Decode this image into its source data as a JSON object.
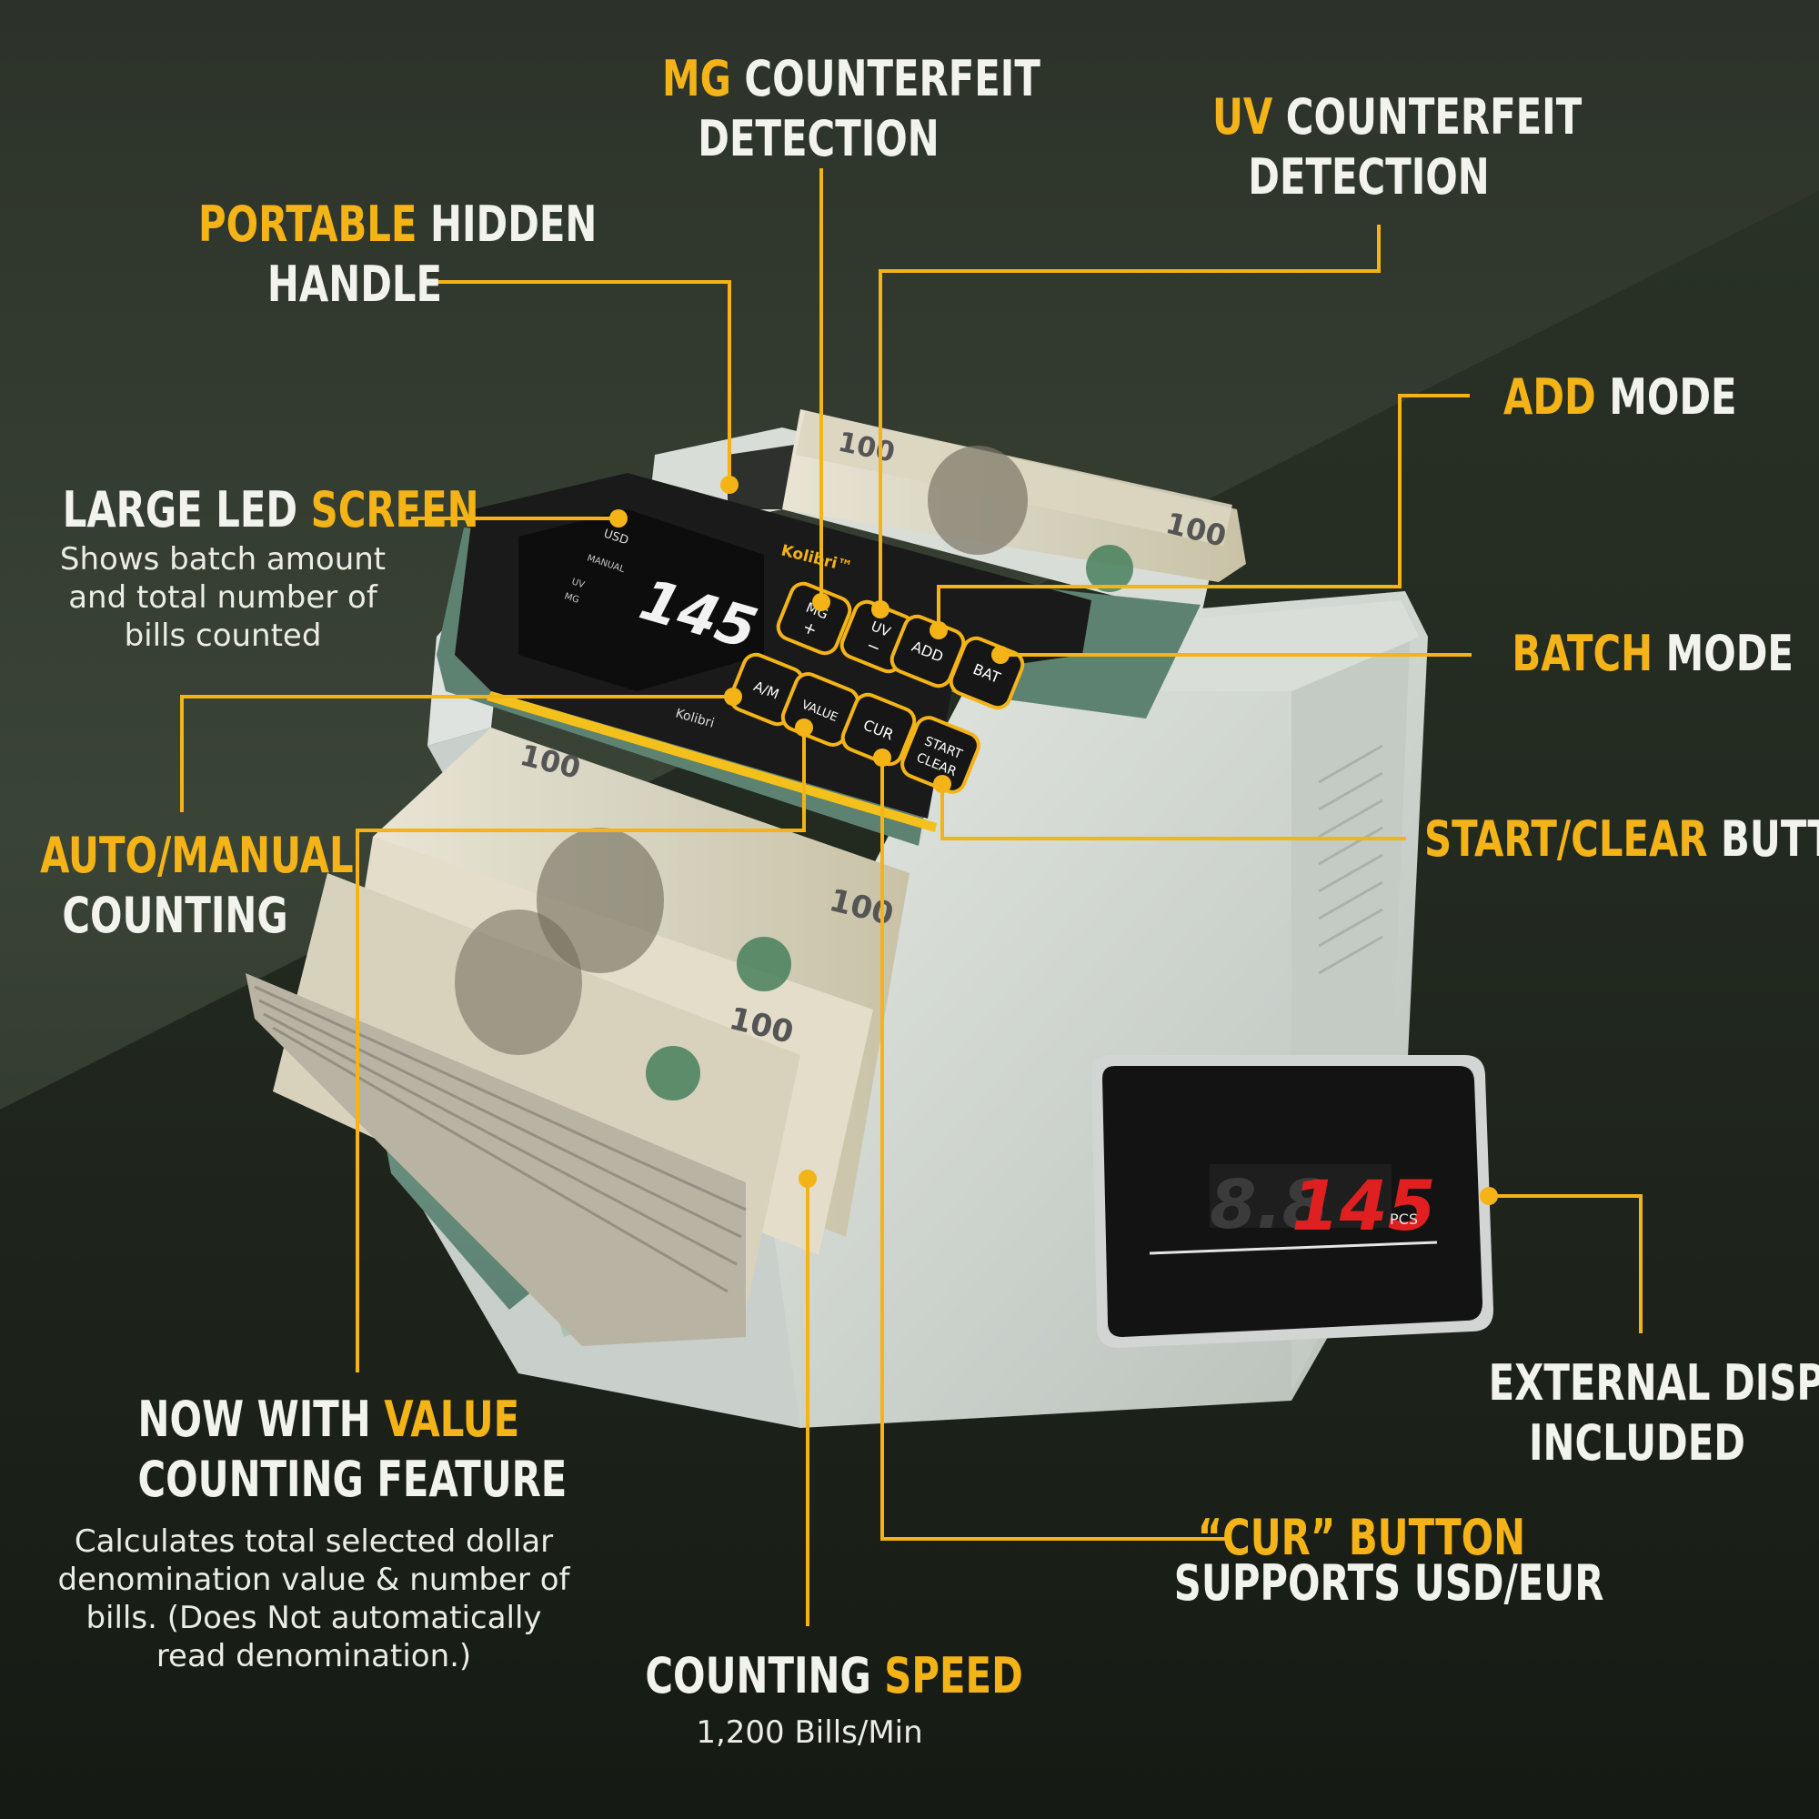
{
  "colors": {
    "accent": "#f4b418",
    "text": "#f3f3ee",
    "background": "#333b30"
  },
  "machine": {
    "brand": "Kolibri™",
    "brand_small": "Kolibri",
    "screen_value": "145",
    "screen_tags": {
      "currency": "USD",
      "mode": "MANUAL",
      "uv": "UV",
      "mg": "MG"
    },
    "buttons": {
      "mg": "MG",
      "mg_sub": "+",
      "uv": "UV",
      "uv_sub": "−",
      "add": "ADD",
      "bat": "BAT",
      "am": "A/M",
      "value": "VALUE",
      "cur": "CUR",
      "start": "START",
      "clear": "CLEAR"
    },
    "external_display": {
      "value": "145",
      "unit": "PCS"
    }
  },
  "callouts": {
    "mg": {
      "accent": "MG",
      "line1_rest": " COUNTERFEIT",
      "line2": "DETECTION"
    },
    "uv": {
      "accent": "UV",
      "line1_rest": " COUNTERFEIT",
      "line2": "DETECTION"
    },
    "handle": {
      "accent": "PORTABLE",
      "line1_rest": " HIDDEN",
      "line2": "HANDLE"
    },
    "screen": {
      "text": "LARGE LED ",
      "accent": "SCREEN",
      "desc_1": "Shows batch amount",
      "desc_2": "and total number of",
      "desc_3": "bills counted"
    },
    "add": {
      "accent": "ADD",
      "text": " MODE"
    },
    "batch": {
      "accent": "BATCH",
      "text": " MODE"
    },
    "auto": {
      "accent": "AUTO/MANUAL",
      "line2": "COUNTING"
    },
    "start": {
      "accent": "START/CLEAR",
      "text": " BUTTON"
    },
    "external": {
      "line1": "EXTERNAL DISPLAY",
      "line2": "INCLUDED"
    },
    "value": {
      "text": "NOW WITH ",
      "accent": "VALUE",
      "line2": "COUNTING FEATURE",
      "desc_1": "Calculates total selected dollar",
      "desc_2": "denomination value & number of",
      "desc_3": "bills. (Does Not automatically",
      "desc_4": "read denomination.)"
    },
    "cur": {
      "accent": "“CUR” BUTTON",
      "line2": "SUPPORTS USD/EUR"
    },
    "speed": {
      "text": "COUNTING ",
      "accent": "SPEED",
      "desc": "1,200 Bills/Min"
    }
  }
}
